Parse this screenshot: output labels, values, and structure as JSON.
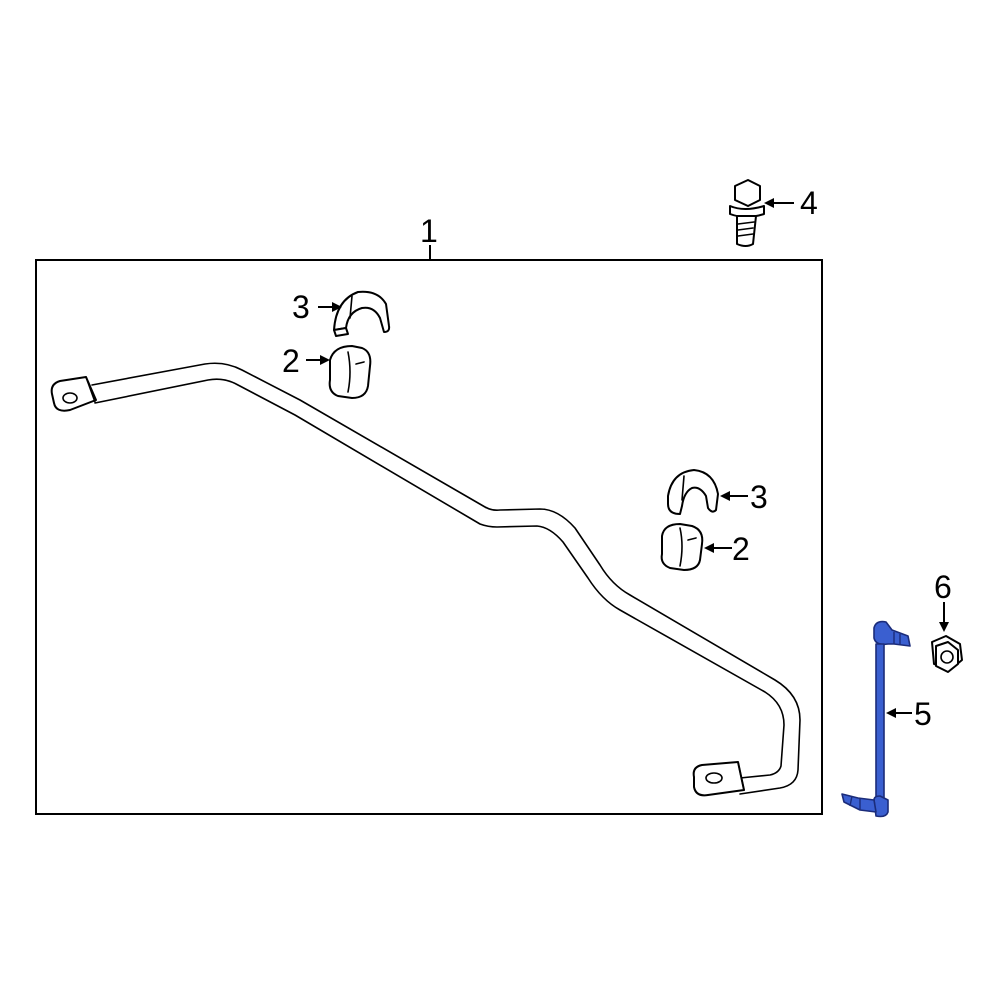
{
  "callouts": {
    "stabilizer_bar": "1",
    "bushing_left": "2",
    "bushing_right": "2",
    "bracket_left": "3",
    "bracket_right": "3",
    "bolt": "4",
    "stabilizer_link": "5",
    "nut": "6"
  },
  "colors": {
    "highlight": "#3a5fd0",
    "line": "#000000",
    "background": "#ffffff"
  }
}
